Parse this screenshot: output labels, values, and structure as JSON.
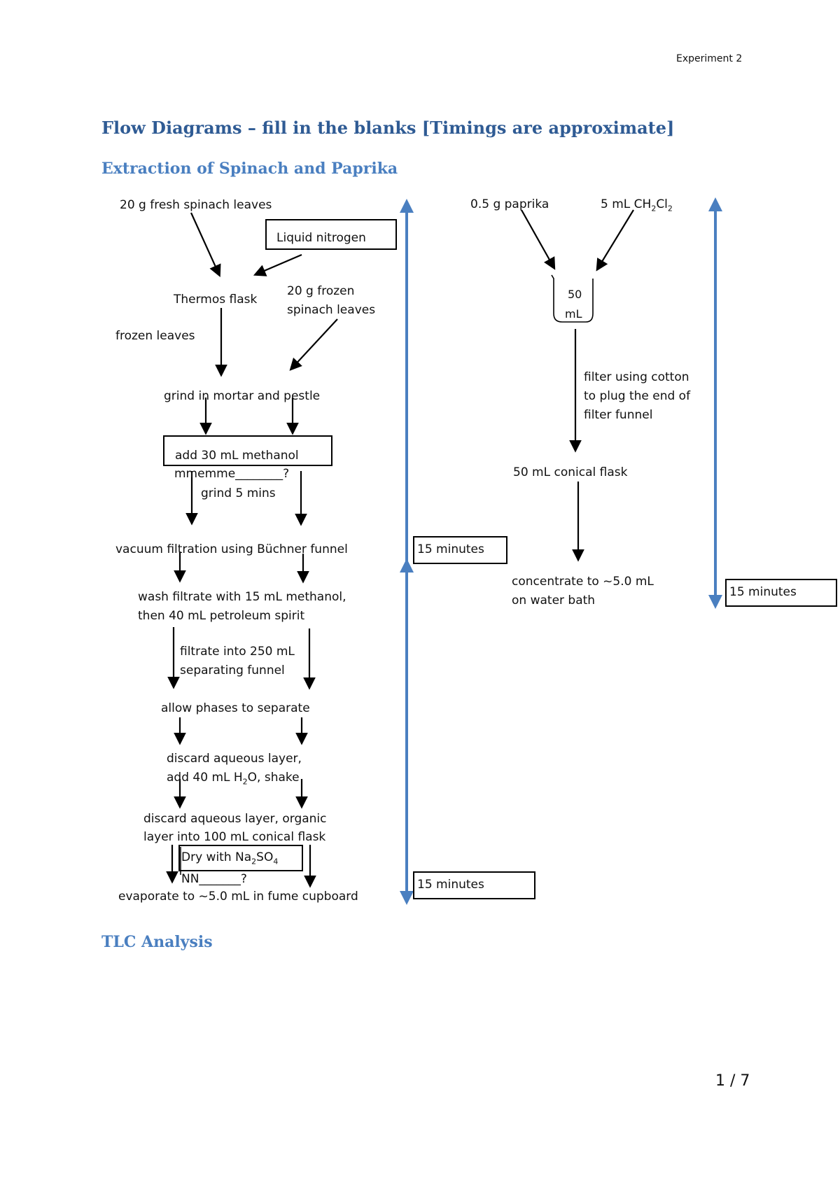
{
  "header": {
    "running_title": "Experiment 2"
  },
  "title": "Flow Diagrams – fill in the blanks [Timings are approximate]",
  "sections": {
    "extraction": "Extraction of Spinach and Paprika",
    "tlc": "TLC Analysis"
  },
  "spinach_flow": {
    "fresh_leaves": "20 g fresh spinach leaves",
    "liquid_nitrogen": "Liquid nitrogen",
    "thermos_flask": "Thermos flask",
    "frozen_leaves_label": "frozen leaves",
    "frozen_spinach_line1": "20 g frozen",
    "frozen_spinach_line2": "spinach leaves",
    "grind_mortar": "grind in mortar and pestle",
    "add_methanol": "add 30 mL methanol",
    "blank1": "mmemme________?",
    "grind_5": "grind 5 mins",
    "vacuum_filtration": "vacuum filtration using Büchner funnel",
    "wash_line1": "wash filtrate with 15 mL methanol,",
    "wash_line2": "then 40 mL petroleum spirit",
    "filtrate_line1": "filtrate into 250 mL",
    "filtrate_line2": "separating funnel",
    "allow_phases": "allow phases to separate",
    "discard1_line1": "discard aqueous layer,",
    "discard1_line2_pre": "add 40 mL H",
    "discard1_line2_sub": "2",
    "discard1_line2_post": "O, shake",
    "discard2_line1": "discard aqueous layer, organic",
    "discard2_line2": "layer into 100 mL conical flask",
    "dry_pre": "Dry with Na",
    "dry_sub1": "2",
    "dry_mid": "SO",
    "dry_sub2": "4",
    "blank2": "NN_______?",
    "evaporate": "evaporate to ~5.0 mL in fume cupboard"
  },
  "paprika_flow": {
    "paprika": "0.5 g paprika",
    "solvent_pre": "5 mL CH",
    "solvent_sub1": "2",
    "solvent_mid": "Cl",
    "solvent_sub2": "2",
    "beaker_line1": "50",
    "beaker_line2": "mL",
    "filter_line1": "filter using cotton",
    "filter_line2": "to plug the end of",
    "filter_line3": "filter funnel",
    "conical_flask": "50 mL conical flask",
    "concentrate_line1": "concentrate to ~5.0 mL",
    "concentrate_line2": "on water bath"
  },
  "timings": {
    "spinach_first": "15 minutes",
    "spinach_second": "15 minutes",
    "paprika": "15 minutes"
  },
  "colors": {
    "title": "#2f5b94",
    "subtitle": "#4a7fc0",
    "timeline": "#4a7fc0"
  },
  "footer": {
    "page_number": "1 / 7"
  }
}
